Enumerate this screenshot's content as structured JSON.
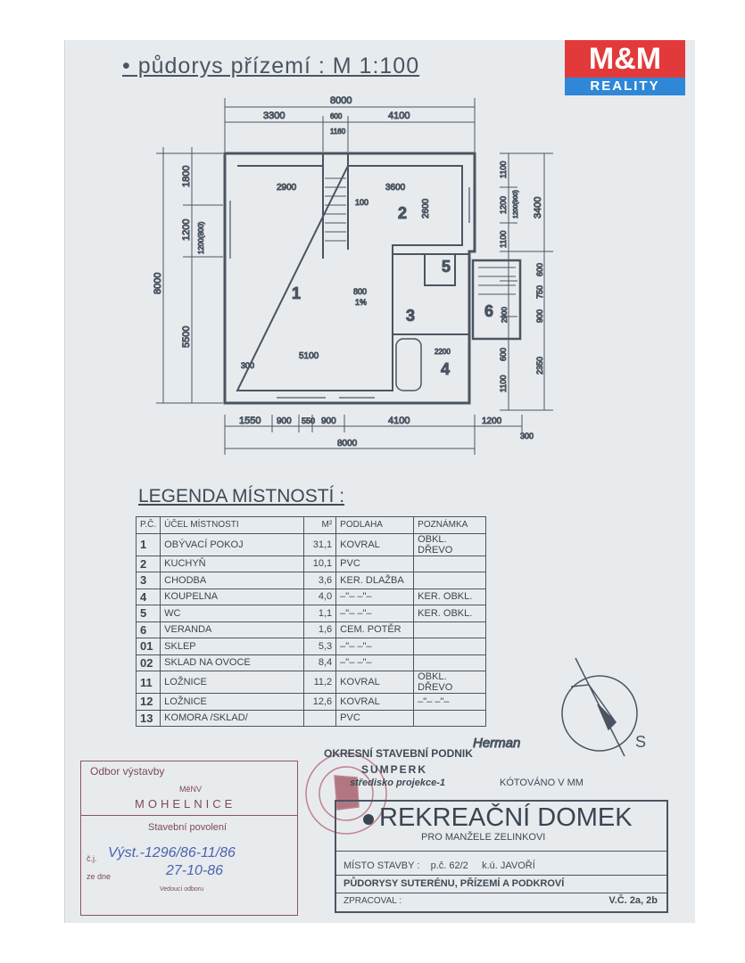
{
  "logo": {
    "top": "M&M",
    "bottom": "REALITY"
  },
  "title": "• půdorys přízemí : M 1:100",
  "plan": {
    "rooms": [
      "1",
      "2",
      "3",
      "4",
      "5",
      "6"
    ],
    "dims_top": {
      "total": "8000",
      "left": "3300",
      "mid": "600",
      "mid2": "1160",
      "right": "4100"
    },
    "dims_left": {
      "total": "8000",
      "a": "1800",
      "b": "1200",
      "b2": "1200(800)",
      "c": "5500"
    },
    "dims_right": {
      "total": "3400",
      "a": "1100",
      "b": "1200",
      "b2": "1200(900)",
      "c": "1100",
      "d": "600",
      "e": "750",
      "f": "900",
      "g": "2350",
      "h": "1100",
      "i": "600"
    },
    "dims_bottom": {
      "a": "1550",
      "b": "900",
      "c": "550",
      "d": "900",
      "e": "4100",
      "f": "1200",
      "g": "300",
      "total": "8000"
    },
    "inner": {
      "r1w": "2900",
      "r2w": "3600",
      "r2h": "2600",
      "r1b": "5100",
      "w300": "300",
      "w100": "100",
      "slope": "800",
      "pct": "1%",
      "r6": "2900",
      "r4": "2200"
    }
  },
  "legend": {
    "title": "LEGENDA MÍSTNOSTÍ :",
    "headers": [
      "P.Č.",
      "ÚČEL MÍSTNOSTI",
      "M²",
      "PODLAHA",
      "POZNÁMKA"
    ],
    "rows": [
      [
        "1",
        "OBÝVACÍ POKOJ",
        "31,1",
        "KOVRAL",
        "OBKL. DŘEVO"
      ],
      [
        "2",
        "KUCHYŇ",
        "10,1",
        "PVC",
        ""
      ],
      [
        "3",
        "CHODBA",
        "3,6",
        "KER. DLAŽBA",
        ""
      ],
      [
        "4",
        "KOUPELNA",
        "4,0",
        "–\"–  –\"–",
        "KER. OBKL."
      ],
      [
        "5",
        "WC",
        "1,1",
        "–\"–  –\"–",
        "KER. OBKL."
      ],
      [
        "6",
        "VERANDA",
        "1,6",
        "CEM. POTĚR",
        ""
      ],
      [
        "01",
        "SKLEP",
        "5,3",
        "–\"–  –\"–",
        ""
      ],
      [
        "02",
        "SKLAD NA OVOCE",
        "8,4",
        "–\"–  –\"–",
        ""
      ],
      [
        "11",
        "LOŽNICE",
        "11,2",
        "KOVRAL",
        "OBKL. DŘEVO"
      ],
      [
        "12",
        "LOŽNICE",
        "12,6",
        "KOVRAL",
        "–\"–  –\"–"
      ],
      [
        "13",
        "KOMORA /SKLAD/",
        "",
        "PVC",
        ""
      ]
    ]
  },
  "signature": "Herman",
  "compass": {
    "label": "S"
  },
  "company": {
    "name": "OKRESNÍ STAVEBNÍ PODNIK",
    "city": "SUMPERK",
    "dept": "středisko projekce-1"
  },
  "dimension_note": "KÓTOVÁNO V MM",
  "permit_stamp": {
    "line1": "Odbor výstavby",
    "line2": "MěNV",
    "line3": "MOHELNICE",
    "line4": "Stavební povolení",
    "cj_label": "č.j.",
    "cj_value": "Výst.-1296/86-11/86",
    "date_label": "ze dne",
    "date_value": "27-10-86",
    "signer_label": "Vedoucí odboru"
  },
  "title_block": {
    "name": "REKREAČNÍ DOMEK",
    "for": "PRO MANŽELE ZELINKOVI",
    "site": "MÍSTO STAVBY :    p.č. 62/2     k.ú. JAVOŘÍ",
    "drawings": "PŮDORYSY SUTERÉNU, PŘÍZEMÍ A PODKROVÍ",
    "prepared": "ZPRACOVAL :",
    "drawing_no": "V.Č. 2a, 2b"
  }
}
